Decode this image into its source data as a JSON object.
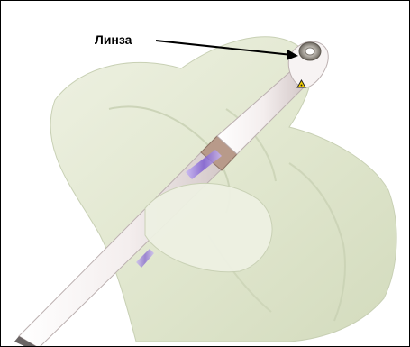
{
  "callout": {
    "label": "Линза",
    "target_name": "lens"
  },
  "illustration": {
    "subject": "device-handpiece",
    "warning_symbol": "laser-warning-icon"
  },
  "colors": {
    "border": "#000000",
    "glove": "#e3e8d2",
    "glove_shadow": "#c8d0b4",
    "device_body": "#f6f1f1",
    "device_band": "#b89a8a",
    "light_window": "#8e6fd6",
    "warning_yellow": "#f5d200"
  }
}
